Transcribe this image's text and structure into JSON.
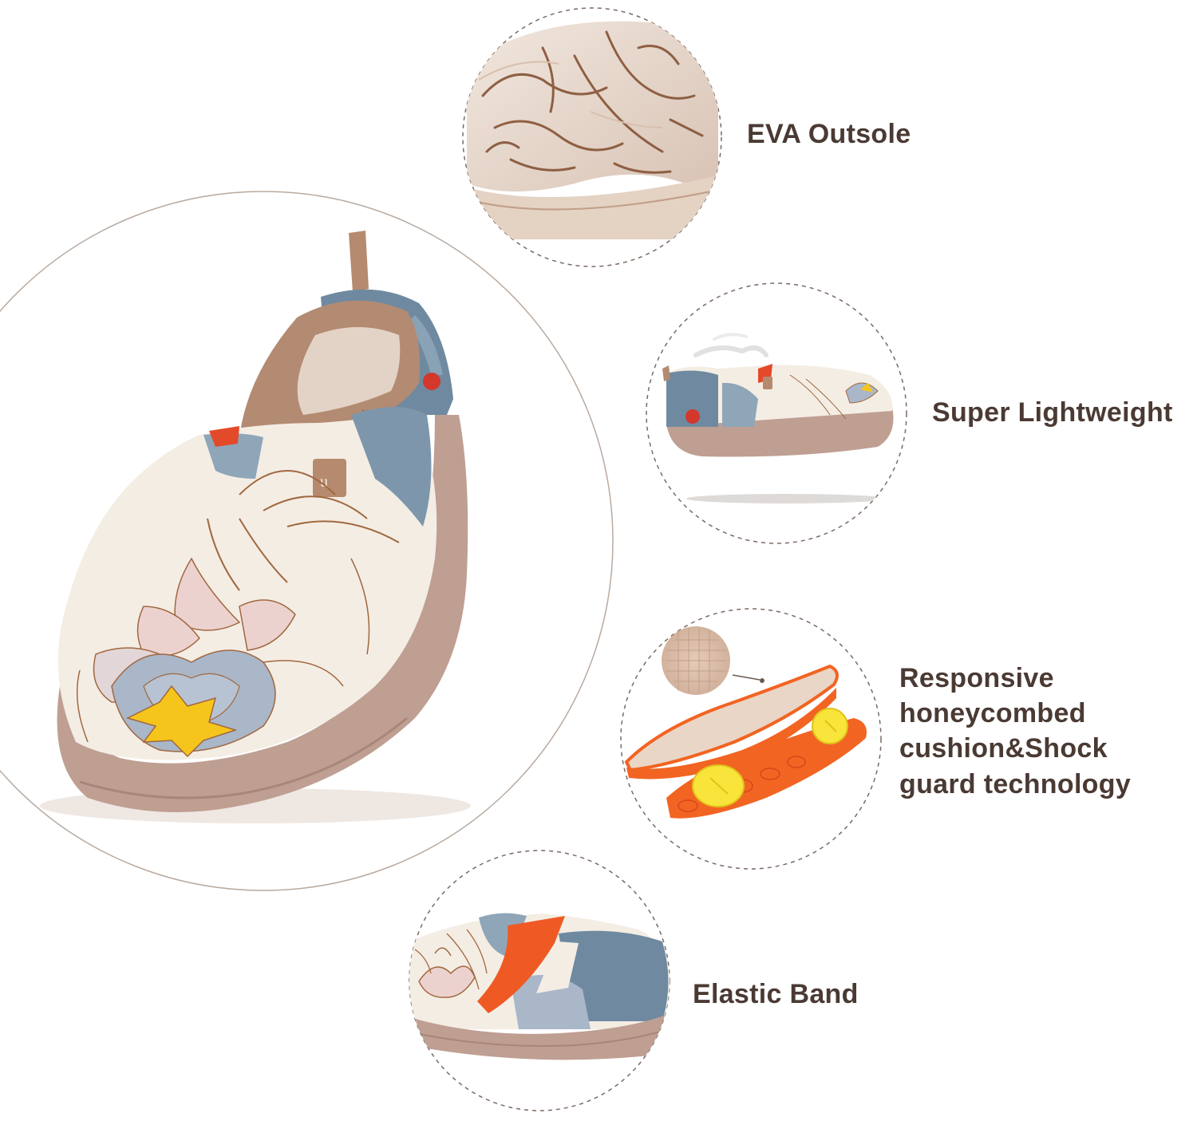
{
  "colors": {
    "background": "#ffffff",
    "label_text": "#4a3a33",
    "circle_stroke": "#7a6a62",
    "sole": "#bf9f92",
    "canvas_cream": "#f4ede4",
    "petal_blue": "#a9b7c9",
    "petal_pink": "#ecd2cf",
    "lotus_yellow": "#f6c51c",
    "pattern_slate": "#6f8aa0",
    "accent_orange": "#ef5a24",
    "accent_red": "#d4372c",
    "insole_orange": "#f26422",
    "pad_yellow": "#f8e43a"
  },
  "images": {
    "main": "shoe-main-icon",
    "outsole": "outsole-texture-icon",
    "lightweight": "lightweight-shoe-icon",
    "insole": "insole-layers-icon",
    "elastic": "elastic-band-icon"
  },
  "features": {
    "eva_outsole": "EVA Outsole",
    "super_lightweight": "Super Lightweight",
    "cushion_lines": [
      "Responsive",
      "honeycombed",
      "cushion&Shock",
      "guard technology"
    ],
    "elastic_band": "Elastic Band"
  }
}
